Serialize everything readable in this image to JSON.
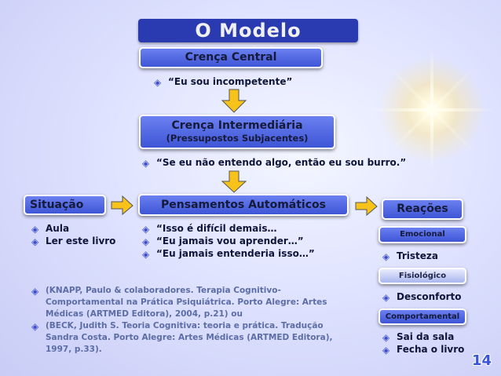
{
  "title": "O Modelo Cognitivo",
  "core_belief": {
    "label": "Crença Central",
    "example": "“Eu sou incompetente”"
  },
  "intermediate_belief": {
    "label": "Crença Intermediária",
    "sublabel": "(Pressupostos Subjacentes)",
    "example": "“Se eu não entendo algo, então eu sou burro.”"
  },
  "situation": {
    "label": "Situação",
    "items": [
      "Aula",
      "Ler este livro"
    ]
  },
  "automatic_thoughts": {
    "label": "Pensamentos Automáticos",
    "items": [
      "“Isso é difícil demais…",
      "“Eu jamais vou aprender…”",
      "“Eu jamais entenderia isso…”"
    ]
  },
  "reactions": {
    "label": "Reações",
    "emotional": {
      "label": "Emocional",
      "items": [
        "Tristeza"
      ]
    },
    "physiological": {
      "label": "Fisiológico",
      "items": [
        "Desconforto"
      ]
    },
    "behavioral": {
      "label": "Comportamental",
      "items": [
        "Sai da sala",
        "Fecha o livro"
      ]
    }
  },
  "references": [
    "(KNAPP, Paulo & colaboradores. Terapia Cognitivo-Comportamental na Prática Psiquiátrica. Porto Alegre: Artes Médicas (ARTMED Editora), 2004, p.21) ou",
    "(BECK, Judith S. Teoria Cognitiva: teoria e prática. Tradução Sandra Costa. Porto Alegre: Artes Médicas (ARTMED Editora), 1997, p.33)."
  ],
  "page_number": "14",
  "icons": {
    "bullet": "diamond-bullet-icon",
    "arrow": "yellow-arrow-icon"
  },
  "colors": {
    "box_blue": "#3e55d6",
    "arrow_yellow": "#f7c21a",
    "title_bg": "#2a3bb2"
  }
}
